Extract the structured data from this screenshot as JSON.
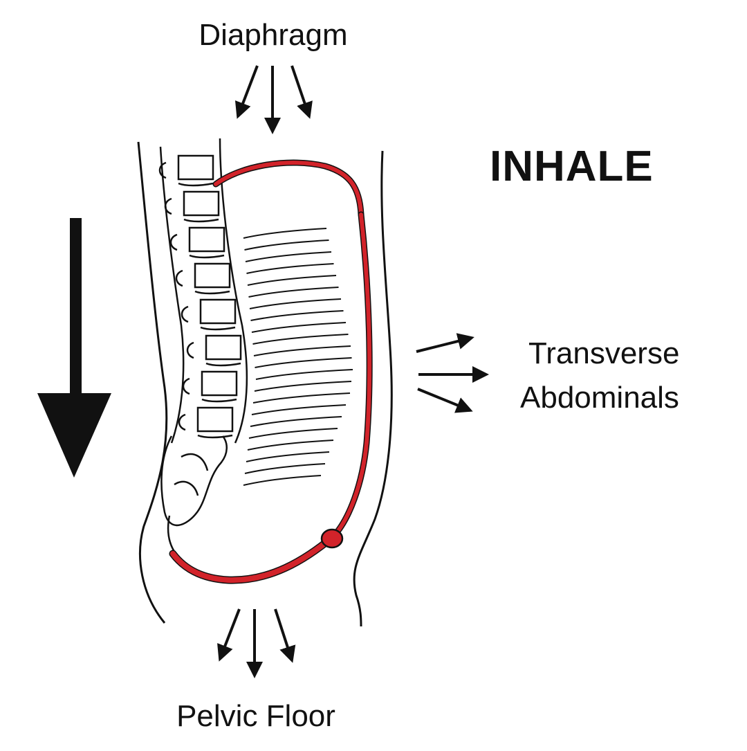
{
  "labels": {
    "diaphragm": "Diaphragm",
    "phase": "INHALE",
    "transverse_line1": "Transverse",
    "transverse_line2": "Abdominals",
    "pelvic_floor": "Pelvic Floor"
  },
  "colors": {
    "background": "#ffffff",
    "ink": "#111111",
    "muscle": "#d2232a"
  }
}
